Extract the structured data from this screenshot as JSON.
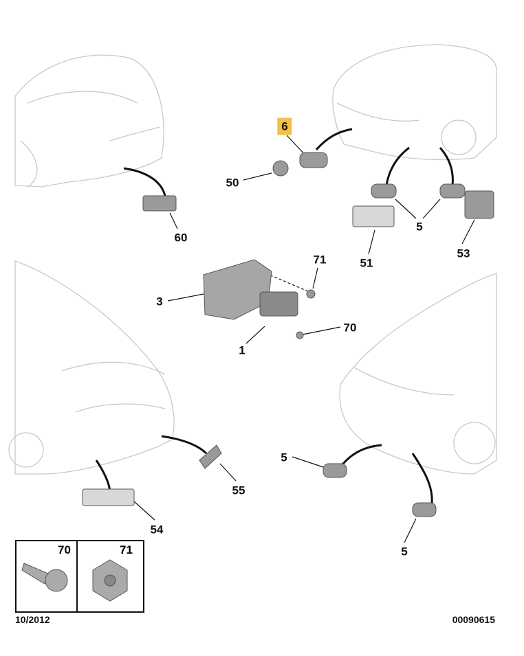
{
  "callouts": {
    "c6": "6",
    "c50": "50",
    "c60": "60",
    "c5a": "5",
    "c51": "51",
    "c53": "53",
    "c71": "71",
    "c3": "3",
    "c70": "70",
    "c1": "1",
    "c55": "55",
    "c5b": "5",
    "c54": "54",
    "c5c": "5"
  },
  "inset": {
    "left_label": "70",
    "right_label": "71"
  },
  "footer": {
    "date": "10/2012",
    "reference": "00090615"
  },
  "colors": {
    "highlight": "#f3c14a",
    "line": "#111111",
    "part": "#9a9a9a"
  }
}
